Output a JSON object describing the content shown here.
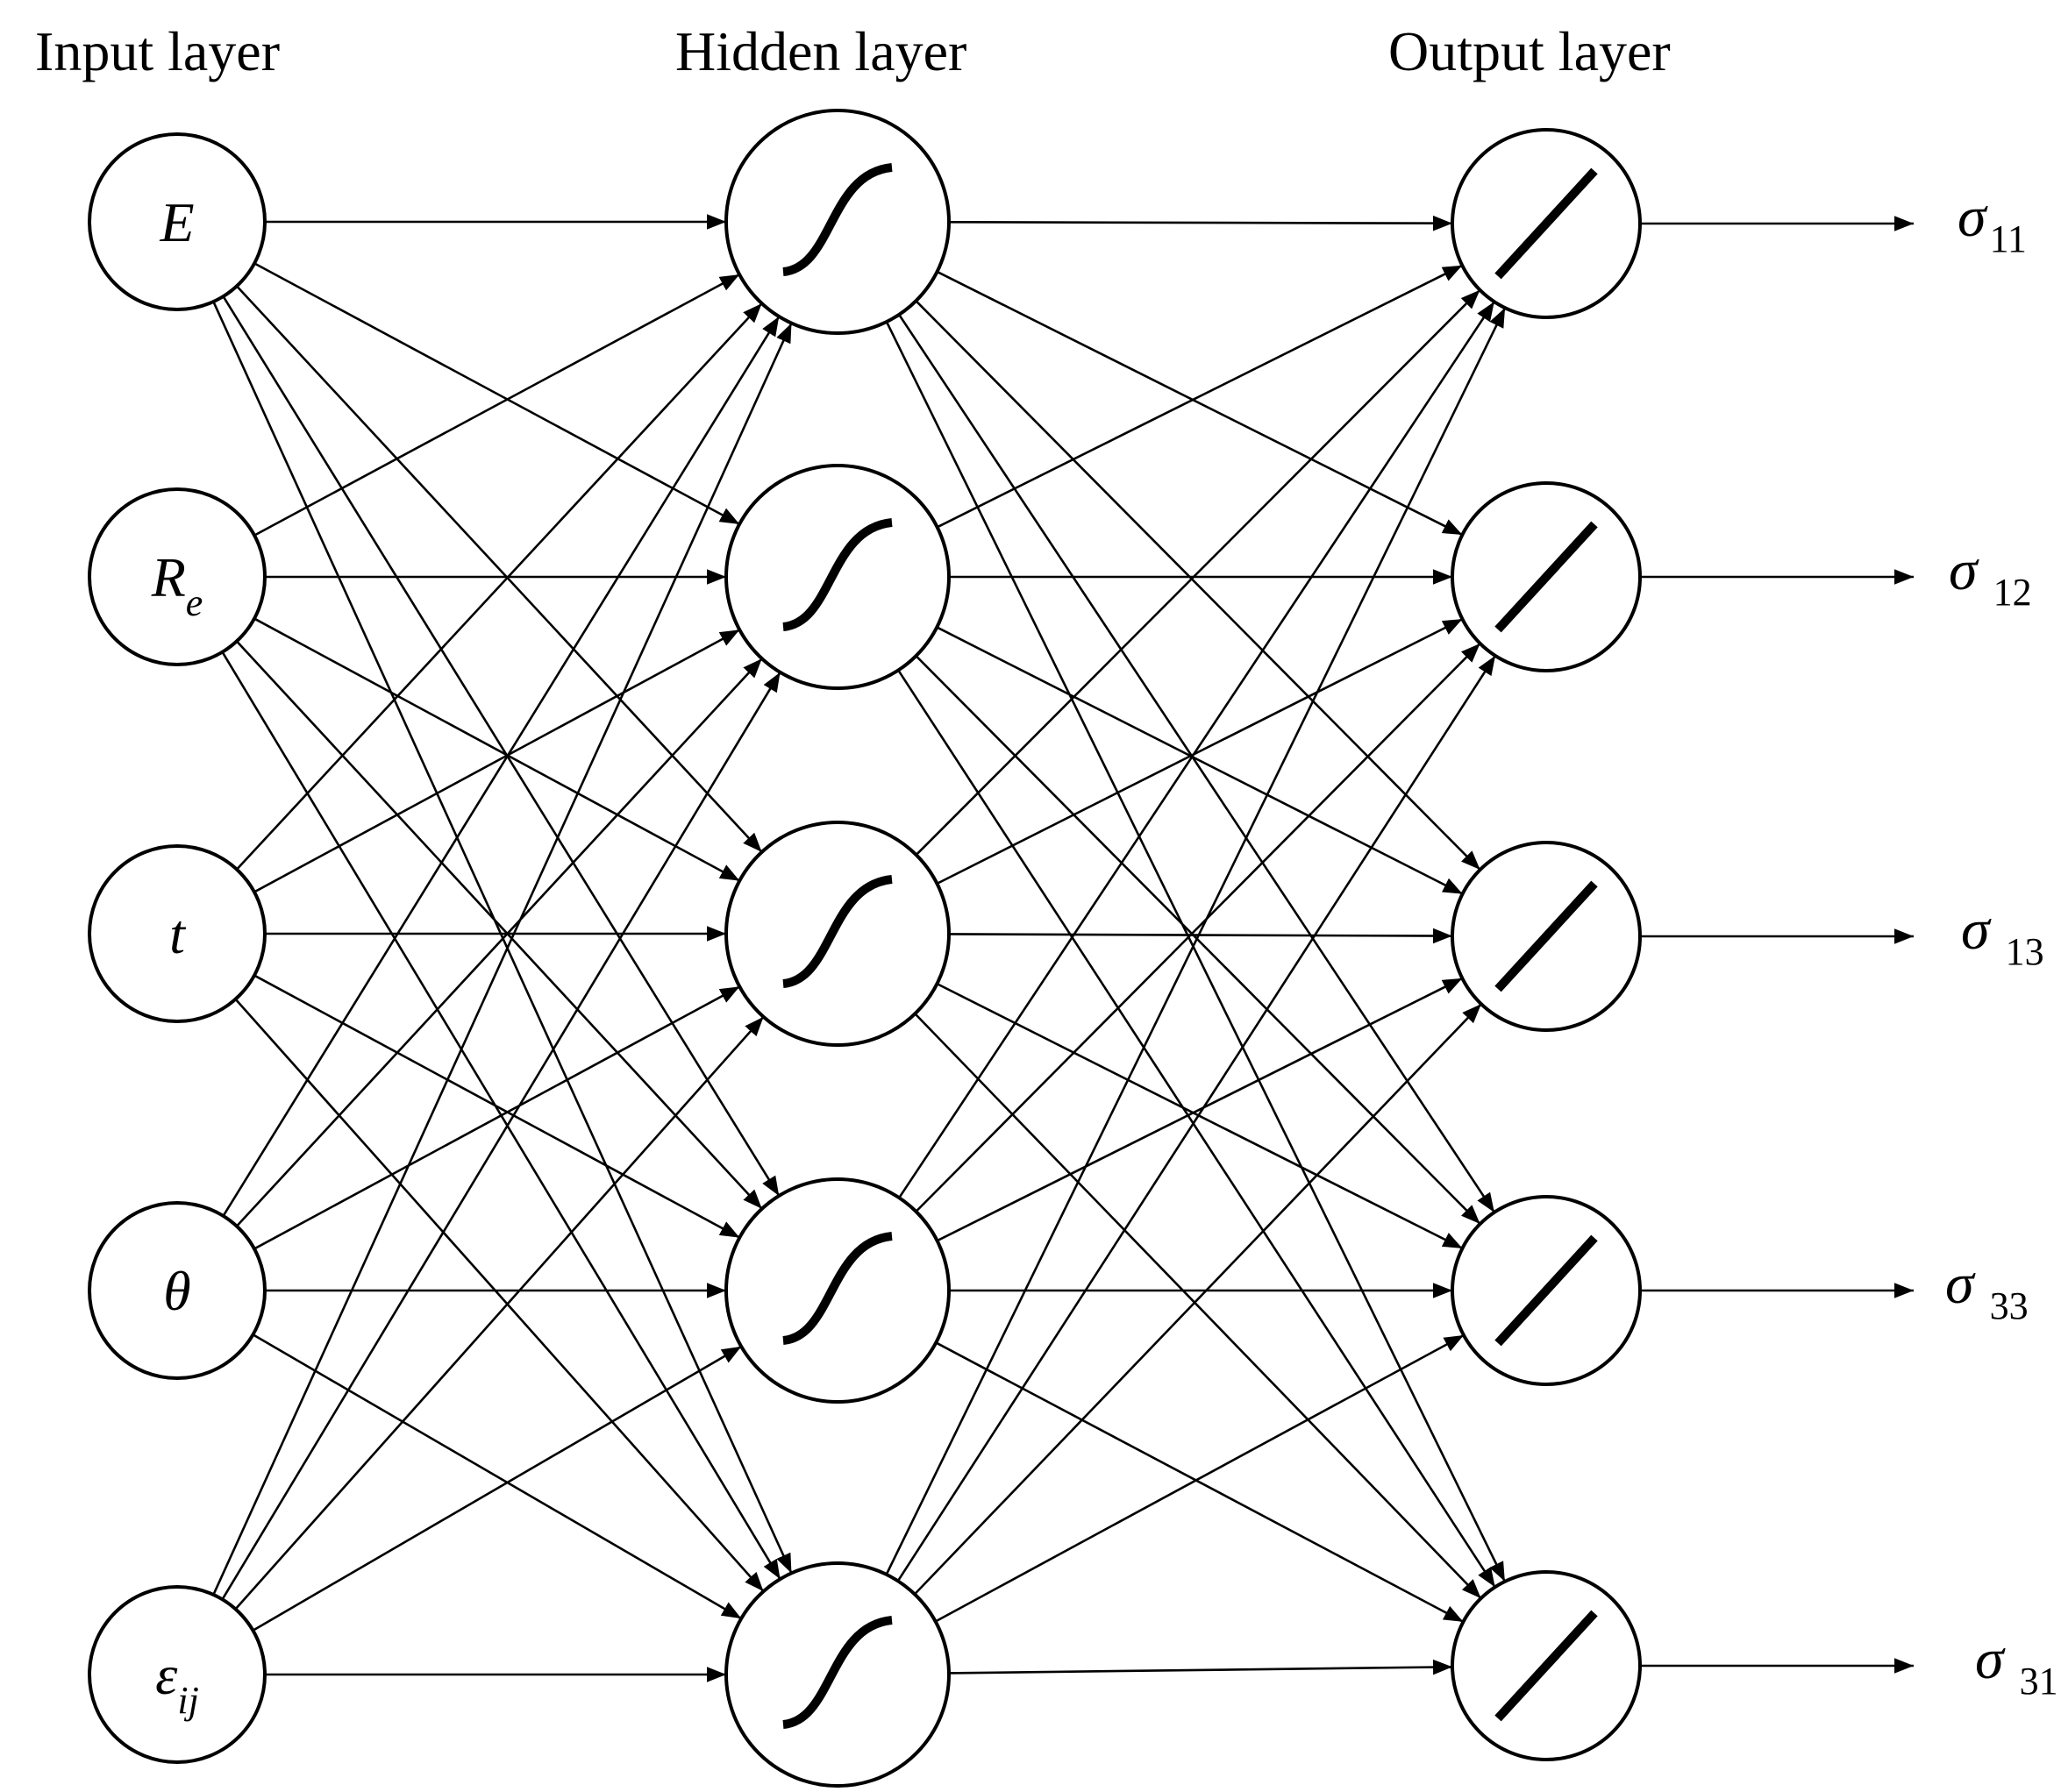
{
  "diagram": {
    "layers": {
      "input": {
        "title": "Input layer",
        "nodes": [
          {
            "symbol": "E",
            "subscript": ""
          },
          {
            "symbol": "R",
            "subscript": "e"
          },
          {
            "symbol": "t",
            "subscript": ""
          },
          {
            "symbol": "θ",
            "subscript": ""
          },
          {
            "symbol": "ε",
            "subscript": "ij"
          }
        ]
      },
      "hidden": {
        "title": "Hidden layer",
        "node_count": 5,
        "activation_icon": "sigmoid-curve-icon"
      },
      "output": {
        "title": "Output layer",
        "node_count": 5,
        "activation_icon": "linear-line-icon",
        "outputs": [
          {
            "symbol": "σ",
            "subscript": "11"
          },
          {
            "symbol": "σ",
            "subscript": "12"
          },
          {
            "symbol": "σ",
            "subscript": "13"
          },
          {
            "symbol": "σ",
            "subscript": "33"
          },
          {
            "symbol": "σ",
            "subscript": "31"
          }
        ]
      }
    },
    "connections": "fully-connected",
    "colors": {
      "stroke": "#000000",
      "background": "#ffffff"
    }
  }
}
